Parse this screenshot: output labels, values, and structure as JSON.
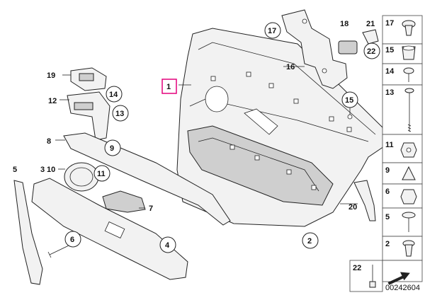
{
  "callouts": {
    "c1": "1",
    "c2": "2",
    "c3": "3",
    "c4": "4",
    "c5": "5",
    "c6": "6",
    "c7": "7",
    "c8": "8",
    "c9": "9",
    "c10": "10",
    "c11": "11",
    "c12": "12",
    "c13": "13",
    "c14": "14",
    "c15": "15",
    "c16": "16",
    "c17": "17",
    "c18": "18",
    "c19": "19",
    "c20": "20",
    "c21": "21",
    "c22": "22"
  },
  "sidebar": {
    "items": [
      {
        "label": "17"
      },
      {
        "label": "15"
      },
      {
        "label": "14"
      },
      {
        "label": "13"
      },
      {
        "label": "11"
      },
      {
        "label": "9"
      },
      {
        "label": "6"
      },
      {
        "label": "5"
      },
      {
        "label": "2"
      }
    ]
  },
  "bottom_box": {
    "label": "22"
  },
  "diagram_number": "00242604",
  "colors": {
    "highlight": "#e4007c",
    "ink": "#222222"
  }
}
